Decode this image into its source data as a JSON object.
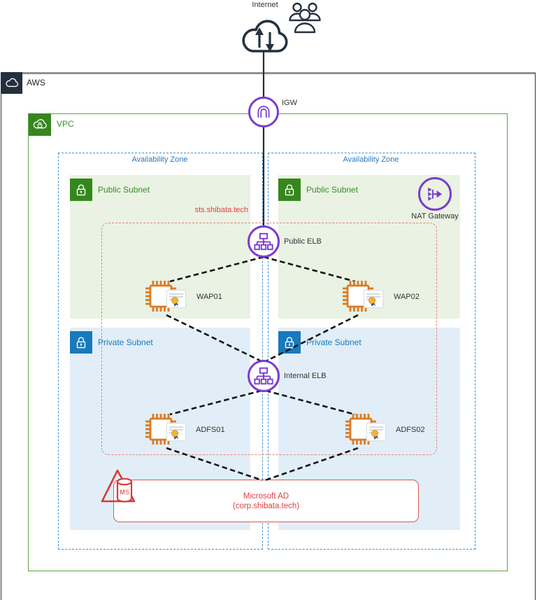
{
  "colors": {
    "aws_dark": "#232F3E",
    "vpc_green_border": "#58A342",
    "subnet_green": "#3B8C2A",
    "subnet_blue": "#1879BC",
    "az_blue": "#2779BE",
    "gateway_purple": "#7A3BD0",
    "server_orange": "#DC7B24",
    "boundary_red": "#E13F3F"
  },
  "internet": {
    "label": "Internet"
  },
  "aws": {
    "label": "AWS"
  },
  "vpc": {
    "label": "VPC"
  },
  "igw": {
    "label": "IGW"
  },
  "nat": {
    "label": "NAT Gateway"
  },
  "zones": [
    {
      "label": "Availability Zone"
    },
    {
      "label": "Availability Zone"
    }
  ],
  "subnets": [
    {
      "type": "public",
      "label": "Public Subnet"
    },
    {
      "type": "public",
      "label": "Public Subnet"
    },
    {
      "type": "private",
      "label": "Private Subnet"
    },
    {
      "type": "private",
      "label": "Private Subnet"
    }
  ],
  "elb": {
    "public_label": "Public ELB",
    "internal_label": "Internal ELB"
  },
  "servers": [
    {
      "label": "WAP01"
    },
    {
      "label": "WAP02"
    },
    {
      "label": "ADFS01"
    },
    {
      "label": "ADFS02"
    }
  ],
  "sts_boundary": {
    "label": "sts.shibata.tech"
  },
  "directory": {
    "title": "Microsoft AD",
    "subtitle": "(corp.shibata.tech)",
    "icon_text": "MS"
  }
}
